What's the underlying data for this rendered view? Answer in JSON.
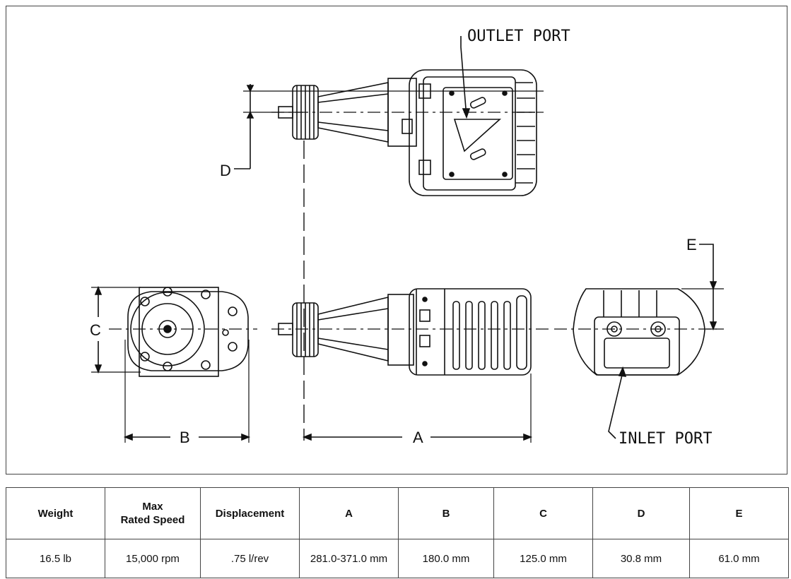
{
  "labels": {
    "outlet_port": "OUTLET PORT",
    "inlet_port": "INLET PORT"
  },
  "dimension_letters": {
    "a": "A",
    "b": "B",
    "c": "C",
    "d": "D",
    "e": "E"
  },
  "table": {
    "headers": {
      "weight": "Weight",
      "max_speed_line1": "Max",
      "max_speed_line2": "Rated Speed",
      "displacement": "Displacement",
      "a": "A",
      "b": "B",
      "c": "C",
      "d": "D",
      "e": "E"
    },
    "values": {
      "weight": "16.5 lb",
      "max_speed": "15,000 rpm",
      "displacement": ".75 l/rev",
      "a": "281.0-371.0 mm",
      "b": "180.0 mm",
      "c": "125.0 mm",
      "d": "30.8 mm",
      "e": "61.0 mm"
    }
  },
  "colors": {
    "ink": "#111111",
    "frame": "#444444",
    "background": "#ffffff"
  }
}
